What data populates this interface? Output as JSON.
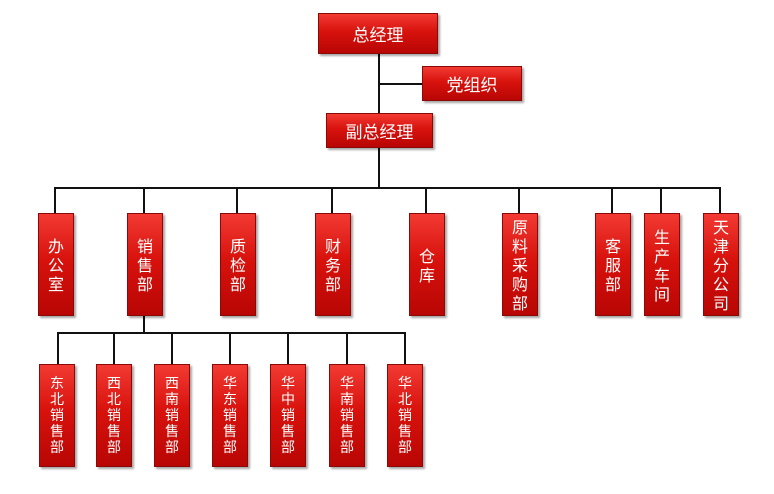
{
  "org_chart": {
    "ceo": "总经理",
    "party": "党组织",
    "vice": "副总经理",
    "departments": [
      "办公室",
      "销售部",
      "质检部",
      "财务部",
      "仓库",
      "原料采购部",
      "客服部",
      "生产车间",
      "天津分公司"
    ],
    "sales_units": [
      "东北销售部",
      "西北销售部",
      "西南销售部",
      "华东销售部",
      "华中销售部",
      "华南销售部",
      "华北销售部"
    ]
  }
}
